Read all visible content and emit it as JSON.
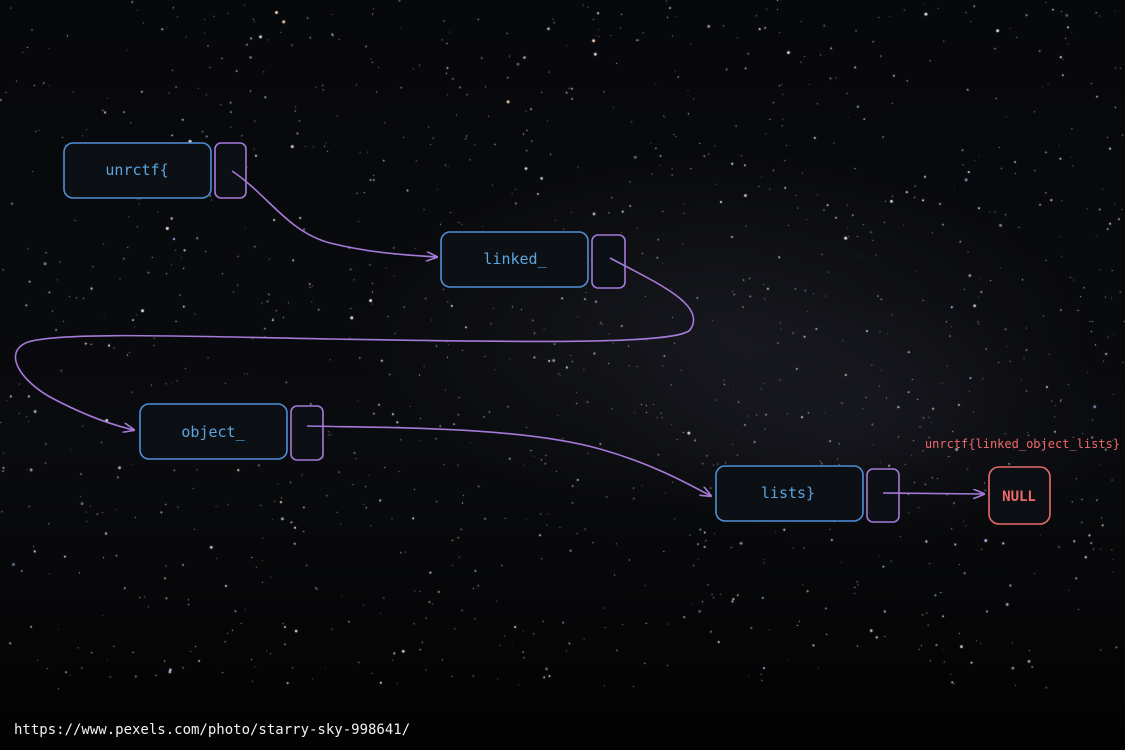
{
  "nodes": [
    {
      "id": "n1",
      "label": "unrctf{"
    },
    {
      "id": "n2",
      "label": "linked_"
    },
    {
      "id": "n3",
      "label": "object_"
    },
    {
      "id": "n4",
      "label": "lists}"
    }
  ],
  "terminal": {
    "label": "NULL"
  },
  "flag_text": "unrctf{linked_object_lists}",
  "source_url": "https://www.pexels.com/photo/starry-sky-998641/",
  "colors": {
    "node_border": "#4f8fd6",
    "node_text": "#5aa5e0",
    "pointer_border": "#a57ad8",
    "arrow": "#a57ad8",
    "null_border": "#e86c6c",
    "null_text": "#f06a6a"
  }
}
